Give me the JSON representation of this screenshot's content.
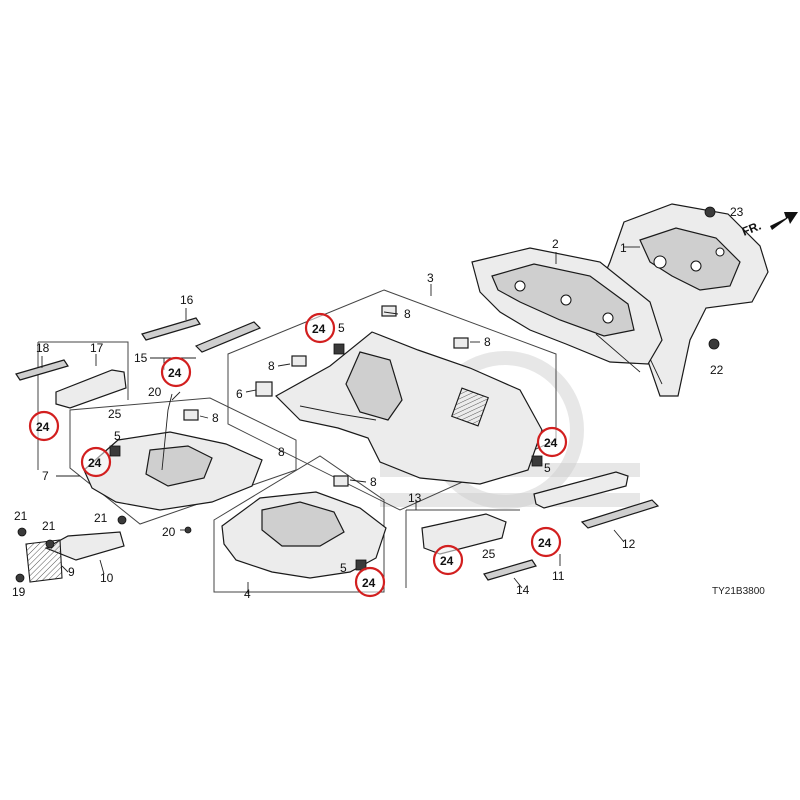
{
  "diagram": {
    "part_code": "TY21B3800",
    "direction_label": "FR.",
    "labels": [
      "1",
      "2",
      "3",
      "4",
      "5",
      "5",
      "5",
      "5",
      "6",
      "7",
      "8",
      "8",
      "8",
      "8",
      "8",
      "8",
      "9",
      "10",
      "11",
      "12",
      "13",
      "14",
      "15",
      "16",
      "17",
      "18",
      "19",
      "20",
      "20",
      "21",
      "21",
      "21",
      "22",
      "23",
      "25",
      "25"
    ],
    "highlighted_labels": [
      "24",
      "24",
      "24",
      "24",
      "24",
      "24",
      "24"
    ],
    "highlight_color": "#d21f1f"
  }
}
